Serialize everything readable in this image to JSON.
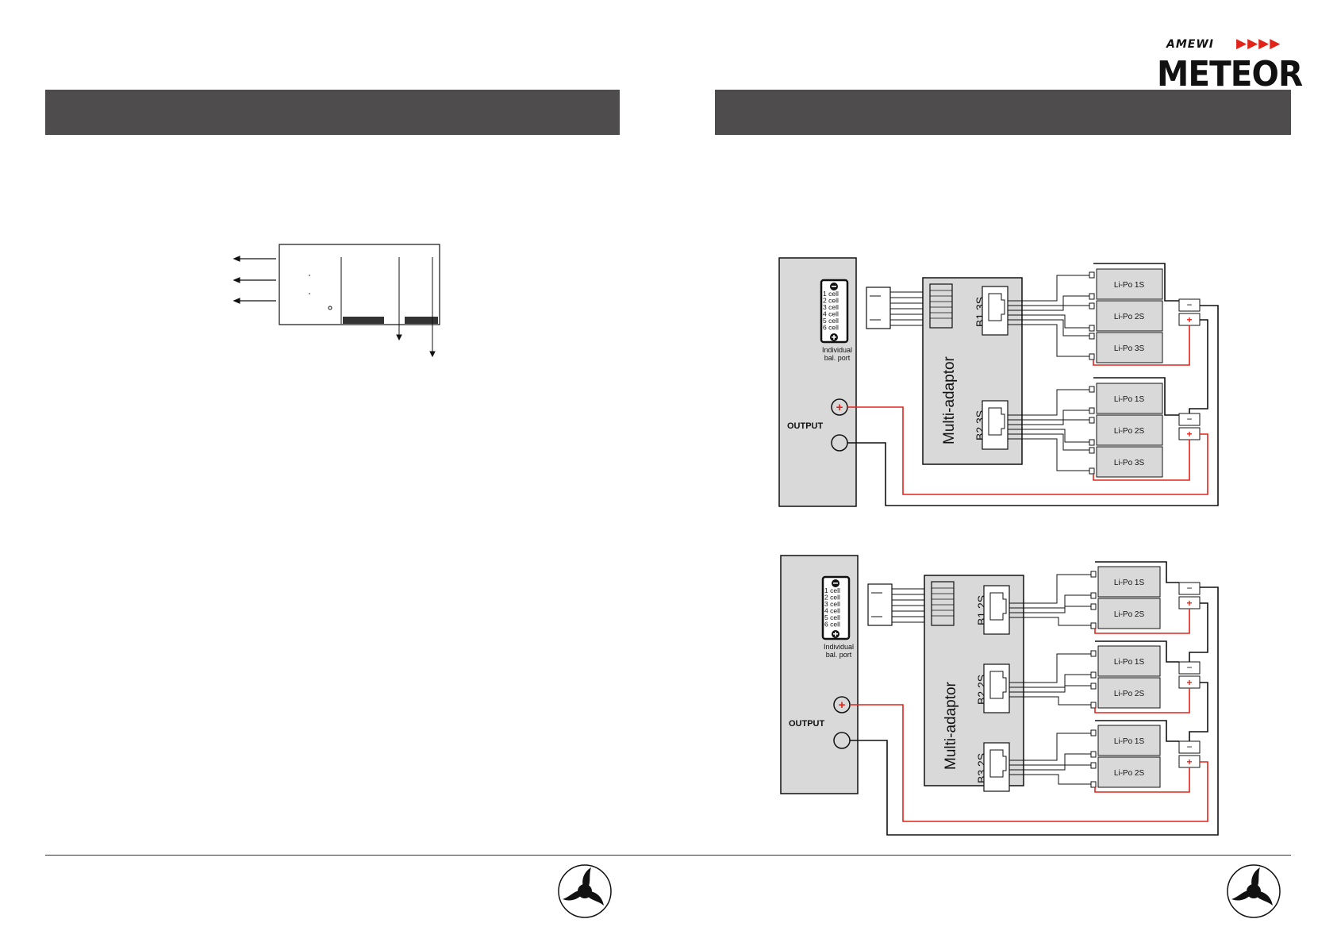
{
  "brand": {
    "small_logo": "AMEWI",
    "name": "METEOR",
    "arrows_icon": "red-arrow-icons",
    "accent": "#e2231a"
  },
  "diagram_1": {
    "port_label_1": "Individual",
    "port_label_2": "bal. port",
    "output_label": "OUTPUT",
    "adaptor_label": "Multi-adaptor",
    "cells": [
      "1 cell",
      "2 cell",
      "3 cell",
      "4 cell",
      "5 cell",
      "6 cell"
    ],
    "ports": [
      "B1 3S",
      "B2 3S"
    ],
    "batteries": [
      [
        "Li-Po 1S",
        "Li-Po 2S",
        "Li-Po 3S"
      ],
      [
        "Li-Po 1S",
        "Li-Po 2S",
        "Li-Po 3S"
      ]
    ],
    "terminal_minus": "−",
    "terminal_plus": "+"
  },
  "diagram_2": {
    "port_label_1": "Individual",
    "port_label_2": "bal. port",
    "output_label": "OUTPUT",
    "adaptor_label": "Multi-adaptor",
    "cells": [
      "1 cell",
      "2 cell",
      "3 cell",
      "4 cell",
      "5 cell",
      "6 cell"
    ],
    "ports": [
      "B1 2S",
      "B2 2S",
      "B3 2S"
    ],
    "batteries": [
      [
        "Li-Po 1S",
        "Li-Po 2S"
      ],
      [
        "Li-Po 1S",
        "Li-Po 2S"
      ],
      [
        "Li-Po 1S",
        "Li-Po 2S"
      ]
    ],
    "terminal_minus": "−",
    "terminal_plus": "+"
  },
  "colors": {
    "header_bar": "#4f4c4d",
    "panel_fill": "#d9d9d9",
    "wire_red": "#e2231a",
    "wire_black": "#111111"
  },
  "icons": [
    "propeller-logo-icon",
    "propeller-logo-icon"
  ]
}
